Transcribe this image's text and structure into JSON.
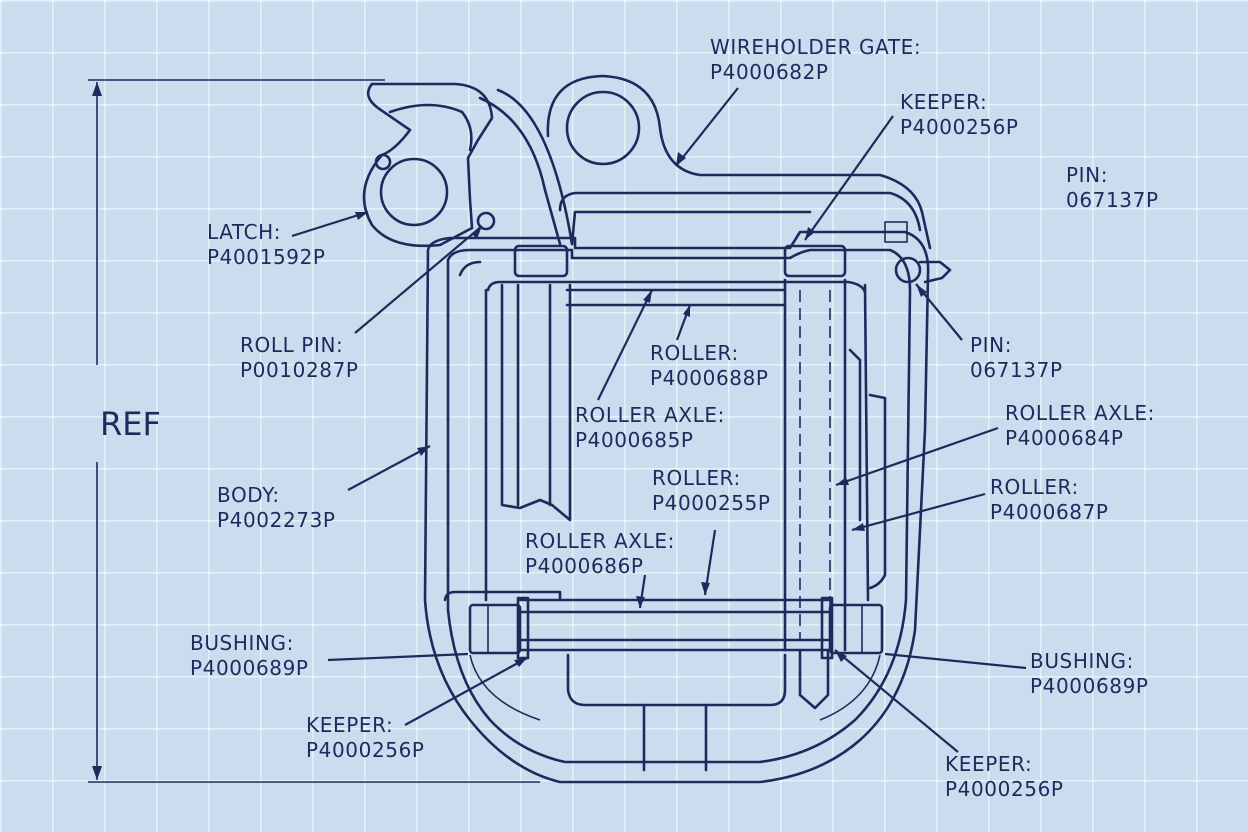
{
  "dimension": {
    "label": "REF"
  },
  "labels": [
    {
      "id": "wireholder-gate",
      "name": "WIREHOLDER GATE:",
      "part": "P4000682P"
    },
    {
      "id": "keeper-top",
      "name": "KEEPER:",
      "part": "P4000256P"
    },
    {
      "id": "pin-top",
      "name": "PIN:",
      "part": "067137P"
    },
    {
      "id": "latch",
      "name": "LATCH:",
      "part": "P4001592P"
    },
    {
      "id": "roll-pin",
      "name": "ROLL PIN:",
      "part": "P0010287P"
    },
    {
      "id": "roller-688",
      "name": "ROLLER:",
      "part": "P4000688P"
    },
    {
      "id": "pin-right",
      "name": "PIN:",
      "part": "067137P"
    },
    {
      "id": "roller-axle-685",
      "name": "ROLLER AXLE:",
      "part": "P4000685P"
    },
    {
      "id": "roller-axle-684",
      "name": "ROLLER AXLE:",
      "part": "P4000684P"
    },
    {
      "id": "body",
      "name": "BODY:",
      "part": "P4002273P"
    },
    {
      "id": "roller-255",
      "name": "ROLLER:",
      "part": "P4000255P"
    },
    {
      "id": "roller-687",
      "name": "ROLLER:",
      "part": "P4000687P"
    },
    {
      "id": "roller-axle-686",
      "name": "ROLLER AXLE:",
      "part": "P4000686P"
    },
    {
      "id": "bushing-left",
      "name": "BUSHING:",
      "part": "P4000689P"
    },
    {
      "id": "bushing-right",
      "name": "BUSHING:",
      "part": "P4000689P"
    },
    {
      "id": "keeper-left",
      "name": "KEEPER:",
      "part": "P4000256P"
    },
    {
      "id": "keeper-right",
      "name": "KEEPER:",
      "part": "P4000256P"
    }
  ]
}
